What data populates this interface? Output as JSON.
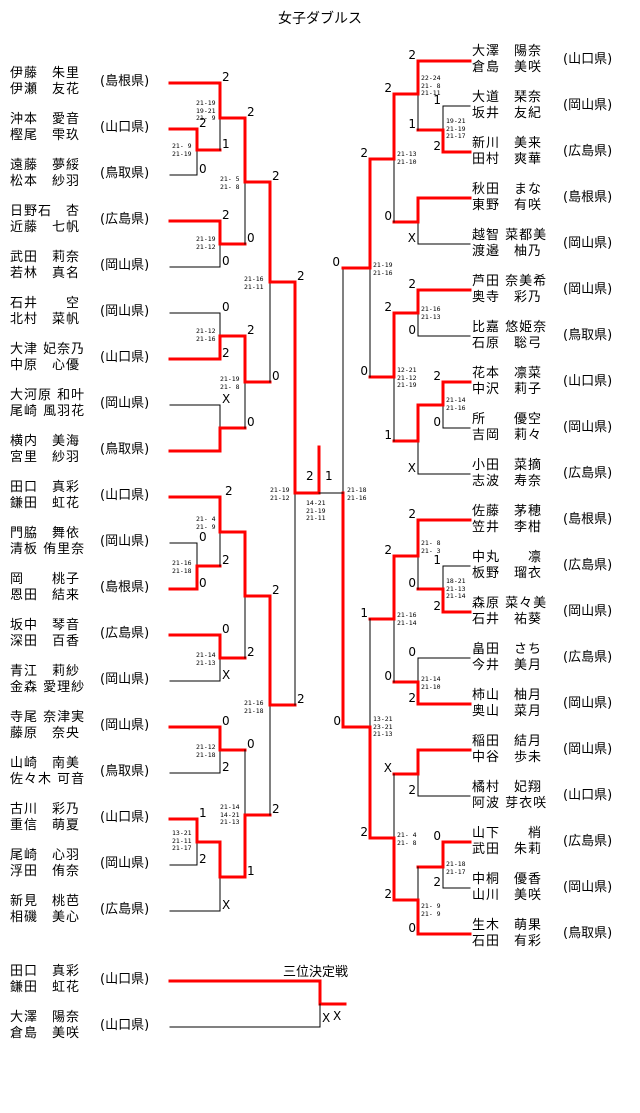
{
  "title": "女子ダブルス",
  "colors": {
    "winner_line": "#ff0000",
    "line": "#000000"
  },
  "left_entries": [
    {
      "names": [
        "伊藤　朱里",
        "伊瀬　友花"
      ],
      "pref": "(島根県)"
    },
    {
      "names": [
        "沖本　愛音",
        "樫尾　雫玖"
      ],
      "pref": "(山口県)"
    },
    {
      "names": [
        "遠藤　夢綏",
        "松本　紗羽"
      ],
      "pref": "(鳥取県)"
    },
    {
      "names": [
        "日野石　杏",
        "近藤　七帆"
      ],
      "pref": "(広島県)"
    },
    {
      "names": [
        "武田　莉奈",
        "若林　真名"
      ],
      "pref": "(岡山県)"
    },
    {
      "names": [
        "石井　　空",
        "北村　菜帆"
      ],
      "pref": "(岡山県)"
    },
    {
      "names": [
        "大津 妃奈乃",
        "中原　心優"
      ],
      "pref": "(山口県)"
    },
    {
      "names": [
        "大河原 和叶",
        "尾崎 風羽花"
      ],
      "pref": "(岡山県)"
    },
    {
      "names": [
        "横内　美海",
        "宮里　紗羽"
      ],
      "pref": "(鳥取県)"
    },
    {
      "names": [
        "田口　真彩",
        "鎌田　虹花"
      ],
      "pref": "(山口県)"
    },
    {
      "names": [
        "門脇　舞依",
        "清板 侑里奈"
      ],
      "pref": "(岡山県)"
    },
    {
      "names": [
        "岡　　桃子",
        "恩田　結来"
      ],
      "pref": "(島根県)"
    },
    {
      "names": [
        "坂中　琴音",
        "深田　百香"
      ],
      "pref": "(広島県)"
    },
    {
      "names": [
        "青江　莉紗",
        "金森 愛理紗"
      ],
      "pref": "(岡山県)"
    },
    {
      "names": [
        "寺尾 奈津実",
        "藤原　奈央"
      ],
      "pref": "(岡山県)"
    },
    {
      "names": [
        "山崎　南美",
        "佐々木 可音"
      ],
      "pref": "(鳥取県)"
    },
    {
      "names": [
        "古川　彩乃",
        "重信　萌夏"
      ],
      "pref": "(山口県)"
    },
    {
      "names": [
        "尾崎　心羽",
        "浮田　侑奈"
      ],
      "pref": "(岡山県)"
    },
    {
      "names": [
        "新見　桃芭",
        "相磯　美心"
      ],
      "pref": "(広島県)"
    }
  ],
  "right_entries": [
    {
      "names": [
        "大澤　陽奈",
        "倉島　美咲"
      ],
      "pref": "(山口県)"
    },
    {
      "names": [
        "大道　琹奈",
        "坂井　友紀"
      ],
      "pref": "(岡山県)"
    },
    {
      "names": [
        "新川　美来",
        "田村　爽華"
      ],
      "pref": "(広島県)"
    },
    {
      "names": [
        "秋田　まな",
        "東野　有咲"
      ],
      "pref": "(島根県)"
    },
    {
      "names": [
        "越智 菜都美",
        "渡邉　柚乃"
      ],
      "pref": "(岡山県)"
    },
    {
      "names": [
        "芦田 奈美希",
        "奥寺　彩乃"
      ],
      "pref": "(岡山県)"
    },
    {
      "names": [
        "比嘉 悠姫奈",
        "石原　聡弓"
      ],
      "pref": "(鳥取県)"
    },
    {
      "names": [
        "花本　凛菜",
        "中沢　莉子"
      ],
      "pref": "(山口県)"
    },
    {
      "names": [
        "所　　優空",
        "吉岡　莉々"
      ],
      "pref": "(岡山県)"
    },
    {
      "names": [
        "小田　菜摘",
        "志波　寿奈"
      ],
      "pref": "(広島県)"
    },
    {
      "names": [
        "佐藤　茅穂",
        "笠井　李柑"
      ],
      "pref": "(島根県)"
    },
    {
      "names": [
        "中丸　　凛",
        "板野　瑠衣"
      ],
      "pref": "(広島県)"
    },
    {
      "names": [
        "森原 菜々美",
        "石井　祐葵"
      ],
      "pref": "(岡山県)"
    },
    {
      "names": [
        "畠田　さち",
        "今井　美月"
      ],
      "pref": "(広島県)"
    },
    {
      "names": [
        "柿山　柚月",
        "奥山　菜月"
      ],
      "pref": "(岡山県)"
    },
    {
      "names": [
        "稲田　結月",
        "中谷　歩未"
      ],
      "pref": "(岡山県)"
    },
    {
      "names": [
        "橘村　妃翔",
        "阿波 芽衣咲"
      ],
      "pref": "(山口県)"
    },
    {
      "names": [
        "山下　　梢",
        "武田　朱莉"
      ],
      "pref": "(広島県)"
    },
    {
      "names": [
        "中桐　優香",
        "山川　美咲"
      ],
      "pref": "(岡山県)"
    },
    {
      "names": [
        "生木　萌果",
        "石田　有彩"
      ],
      "pref": "(鳥取県)"
    }
  ],
  "points": [
    "2",
    "2",
    "0",
    "1",
    "2",
    "2",
    "0",
    "0",
    "2",
    "0",
    "2",
    "2",
    "X",
    "0",
    "0",
    "2",
    "2",
    "0",
    "0",
    "2",
    "2",
    "2",
    "0",
    "X",
    "2",
    "0",
    "2",
    "0",
    "1",
    "2",
    "1",
    "X",
    "2",
    "0",
    "2",
    "1",
    "2",
    "1",
    "2",
    "1",
    "2",
    "0",
    "X",
    "2",
    "0",
    "2",
    "0",
    "2",
    "2",
    "0",
    "1",
    "X",
    "0",
    "2",
    "1",
    "2",
    "0",
    "2",
    "1",
    "0",
    "2",
    "0",
    "0",
    "2",
    "X",
    "0",
    "2",
    "0",
    "2",
    "2",
    "2",
    "X"
  ],
  "scores": {
    "A": "21- 9\n21-19",
    "B": "21-19\n19-21\n21- 9",
    "C": "21-19\n21-12",
    "D": "21- 5\n21- 8",
    "E": "21-12\n21-16",
    "G": "21-19\n21- 8",
    "H": "21-16\n21-11",
    "I": "21-16\n21-18",
    "J": "21- 4\n21- 9",
    "K": "21-14\n21-13",
    "L": "21-16\n21-18",
    "M": "21-12\n21-18",
    "N": "13-21\n21-11\n21-17",
    "P": "21-14\n14-21\n21-13",
    "FL": "21-19\n21-12",
    "FC": "14-21\n21-19\n21-11",
    "FR": "21-18\n21-16",
    "Ra": "19-21\n21-19\n21-17",
    "Rb": "22-24\n21- 8\n21-11",
    "Rd": "21-13\n21-10",
    "Re": "21-16\n21-13",
    "Rf": "21-14\n21-16",
    "Rh": "12-21\n21-12\n21-19",
    "Ri": "21-19\n21-16",
    "Rk": "18-21\n21-13\n21-14",
    "Rl": "21- 8\n21- 3",
    "Rm": "21-14\n21-10",
    "Rn": "21-16\n21-14",
    "Rj": "13-21\n23-21\n21-13",
    "Rr": "21- 4\n21- 8",
    "Rp": "21-18\n21-17",
    "Rq": "21- 9\n21- 9"
  },
  "third_place": {
    "title": "三位決定戦",
    "entries": [
      {
        "names": [
          "田口　真彩",
          "鎌田　虹花"
        ],
        "pref": "(山口県)"
      },
      {
        "names": [
          "大澤　陽奈",
          "倉島　美咲"
        ],
        "pref": "(山口県)"
      }
    ],
    "result": "X"
  }
}
